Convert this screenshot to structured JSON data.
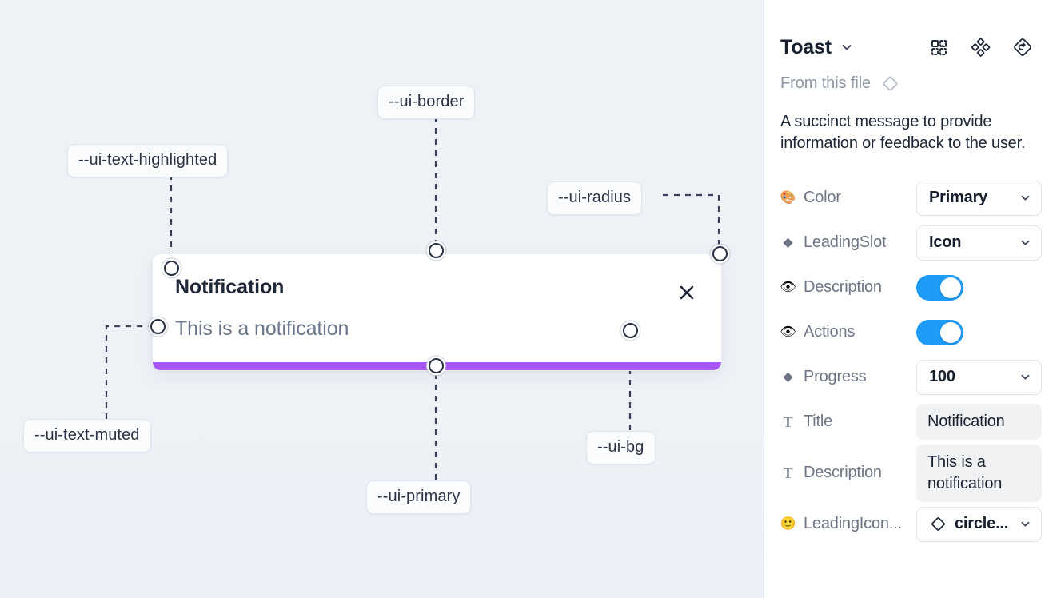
{
  "canvas": {
    "tokens": [
      {
        "id": "ui-text-highlighted",
        "label": "--ui-text-highlighted"
      },
      {
        "id": "ui-border",
        "label": "--ui-border"
      },
      {
        "id": "ui-radius",
        "label": "--ui-radius"
      },
      {
        "id": "ui-text-muted",
        "label": "--ui-text-muted"
      },
      {
        "id": "ui-primary",
        "label": "--ui-primary"
      },
      {
        "id": "ui-bg",
        "label": "--ui-bg"
      }
    ],
    "toast": {
      "title": "Notification",
      "description": "This is a notification",
      "close_icon": "close-icon",
      "progress_color": "#a855f7"
    }
  },
  "panel": {
    "title": "Toast",
    "title_caret_icon": "chevron-down-icon",
    "actions": [
      {
        "id": "component-set-icon",
        "name": "component-set-icon"
      },
      {
        "id": "variants-icon",
        "name": "variants-icon"
      },
      {
        "id": "reset-instance-icon",
        "name": "reset-instance-icon"
      }
    ],
    "from_file_label": "From this file",
    "from_file_icon": "component-diamond-icon",
    "description": "A succinct message to provide information or feedback to the user.",
    "properties": [
      {
        "icon": "🎨",
        "icon_name": "palette-icon",
        "name": "Color",
        "control": "select",
        "value": "Primary"
      },
      {
        "icon": "◆",
        "icon_name": "diamond-icon",
        "name": "LeadingSlot",
        "control": "select",
        "value": "Icon"
      },
      {
        "icon": "👁",
        "icon_name": "eye-icon",
        "name": "Description",
        "control": "toggle",
        "value": "on"
      },
      {
        "icon": "👁",
        "icon_name": "eye-icon",
        "name": "Actions",
        "control": "toggle",
        "value": "on"
      },
      {
        "icon": "◆",
        "icon_name": "diamond-icon",
        "name": "Progress",
        "control": "select",
        "value": "100"
      },
      {
        "icon": "T",
        "icon_name": "text-icon",
        "name": "Title",
        "control": "text",
        "value": "Notification"
      },
      {
        "icon": "T",
        "icon_name": "text-icon",
        "name": "Description",
        "control": "text",
        "value": "This is a notification"
      },
      {
        "icon": "🙂",
        "icon_name": "emoji-icon",
        "name": "LeadingIcon...",
        "control": "select-icon",
        "value": "circle..."
      }
    ]
  },
  "colors": {
    "canvas_bg": "#eef2f7",
    "accent_purple": "#a855f7",
    "toggle_on": "#1d9bf6",
    "anchor_stroke": "#273043"
  }
}
